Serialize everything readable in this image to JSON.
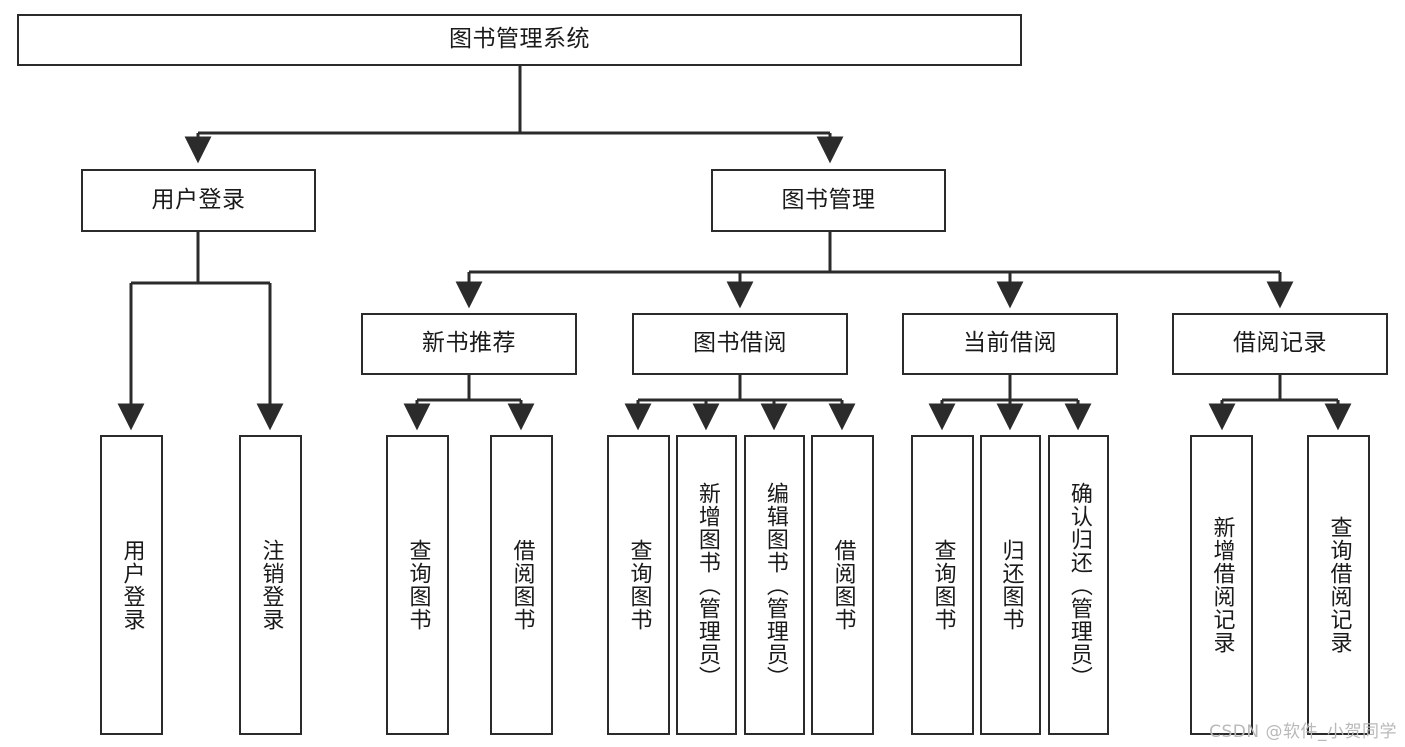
{
  "diagram": {
    "type": "tree-hierarchy",
    "title": "图书管理系统",
    "watermark": "CSDN @软件_小贺同学",
    "colors": {
      "background": "#ffffff",
      "stroke": "#2b2b2b",
      "node_fill": "#ffffff",
      "text": "#1a1a1a",
      "watermark": "#b9b9b9"
    },
    "nodes": {
      "root": {
        "label": "图书管理系统",
        "level": 1
      },
      "l2": [
        {
          "id": "user-login",
          "label": "用户登录",
          "level": 2
        },
        {
          "id": "book-management",
          "label": "图书管理",
          "level": 2
        }
      ],
      "l3": [
        {
          "id": "new-book-recommend",
          "label": "新书推荐",
          "level": 3,
          "parent": "book-management"
        },
        {
          "id": "book-borrow",
          "label": "图书借阅",
          "level": 3,
          "parent": "book-management"
        },
        {
          "id": "current-borrow",
          "label": "当前借阅",
          "level": 3,
          "parent": "book-management"
        },
        {
          "id": "borrow-record",
          "label": "借阅记录",
          "level": 3,
          "parent": "book-management"
        }
      ],
      "leaves": [
        {
          "id": "leaf-user-login",
          "label": "用户登录",
          "parent": "user-login"
        },
        {
          "id": "leaf-user-logout",
          "label": "注销登录",
          "parent": "user-login"
        },
        {
          "id": "leaf-query-book-1",
          "label": "查询图书",
          "parent": "new-book-recommend"
        },
        {
          "id": "leaf-borrow-book-1",
          "label": "借阅图书",
          "parent": "new-book-recommend"
        },
        {
          "id": "leaf-query-book-2",
          "label": "查询图书",
          "parent": "book-borrow"
        },
        {
          "id": "leaf-add-book",
          "label": "新增图书（管理员）",
          "parent": "book-borrow"
        },
        {
          "id": "leaf-edit-book",
          "label": "编辑图书（管理员）",
          "parent": "book-borrow"
        },
        {
          "id": "leaf-borrow-book-2",
          "label": "借阅图书",
          "parent": "book-borrow"
        },
        {
          "id": "leaf-query-book-3",
          "label": "查询图书",
          "parent": "current-borrow"
        },
        {
          "id": "leaf-return-book",
          "label": "归还图书",
          "parent": "current-borrow"
        },
        {
          "id": "leaf-confirm-return",
          "label": "确认归还（管理员）",
          "parent": "current-borrow"
        },
        {
          "id": "leaf-add-record",
          "label": "新增借阅记录",
          "parent": "borrow-record"
        },
        {
          "id": "leaf-query-record",
          "label": "查询借阅记录",
          "parent": "borrow-record"
        }
      ]
    }
  }
}
